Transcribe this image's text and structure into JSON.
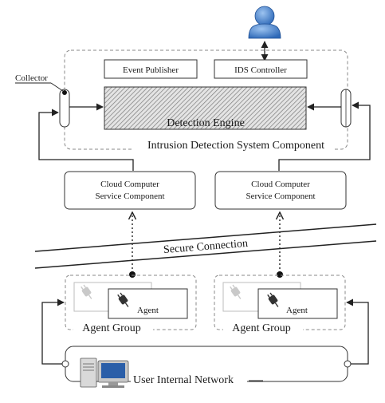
{
  "user_icon": "user-icon",
  "labels": {
    "collector": "Collector",
    "event_publisher": "Event Publisher",
    "ids_controller": "IDS Controller",
    "detection_engine": "Detection Engine",
    "ids_component": "Intrusion Detection System Component",
    "cloud_left_line1": "Cloud Computer",
    "cloud_left_line2": "Service Component",
    "cloud_right_line1": "Cloud Computer",
    "cloud_right_line2": "Service Component",
    "secure_connection": "Secure Connection",
    "agent_left": "Agent",
    "agent_right": "Agent",
    "agent_group_left": "Agent Group",
    "agent_group_right": "Agent Group",
    "user_internal_network": "User Internal Network"
  },
  "colors": {
    "user_fill": "#3f7bc8",
    "user_highlight": "#9cc3f0",
    "line": "#222222",
    "dashed": "#8a8a8a",
    "computer_screen": "#2a5ea8"
  }
}
